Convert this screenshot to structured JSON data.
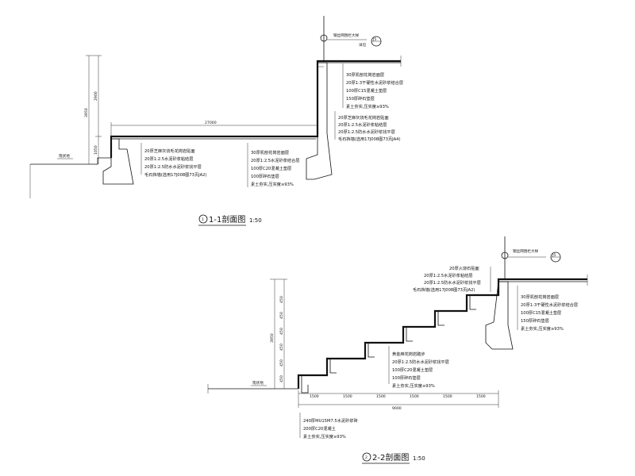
{
  "section1": {
    "title": "1-1剖面图",
    "scale": "1:50",
    "index": "1",
    "rail_label": "钢丝网围栏大样",
    "rail_sub": "详见",
    "rail_ref": "J5",
    "ground_label": "现状地",
    "dim_total": "3950",
    "dim_upper": "2900",
    "dim_lower": "1050",
    "dim_span": "27000",
    "notes_upper": [
      "30厚机刨花岗岩面层",
      "20厚1:3干硬性水泥砂浆结合层",
      "100厚C15混凝土垫层",
      "150厚碎石垫层",
      "素土夯实,压实度≥93%"
    ],
    "notes_wall": [
      "20厚芝麻灰烧毛花岗岩贴面",
      "20厚1:2.5水泥砂浆粘结层",
      "20厚1:2.5防水水泥砂浆找平层",
      "毛石挡墙(选用17J008图73页JA4)"
    ],
    "notes_left": [
      "20厚芝麻灰烧毛花岗岩贴面",
      "20厚1:2.5水泥砂浆粘结层",
      "20厚1:2.5防水水泥砂浆找平层",
      "毛石挡墙(选用17J008图73页JA2)"
    ],
    "notes_mid": [
      "30厚机刨花岗岩面层",
      "20厚1:2.5水泥砂浆结合层",
      "100厚C20混凝土垫层",
      "100厚碎石垫层",
      "素土夯实,压实度≥93%"
    ]
  },
  "section2": {
    "title": "2-2剖面图",
    "scale": "1:50",
    "index": "2",
    "rail_label": "钢丝网围栏大样",
    "rail_ref": "J5",
    "ground_label": "现状地",
    "dim_total": "3950",
    "dim_rises": [
      "450",
      "450",
      "450",
      "450",
      "450",
      "450"
    ],
    "dim_treads": [
      "1500",
      "1500",
      "1500",
      "1500",
      "1500",
      "1500"
    ],
    "dim_run": "9000",
    "notes_wall": [
      "20厚火烧石贴面",
      "20厚1:2.5水泥砂浆粘结层",
      "20厚1:2.5防水水泥砂浆找平层",
      "毛石挡墙(选用17J008图73页JA2)"
    ],
    "notes_top": [
      "30厚机刨花岗岩面层",
      "20厚1:3干硬性水泥砂浆结合层",
      "100厚C15混凝土垫层",
      "150厚碎石垫层",
      "素土夯实,压实度≥93%"
    ],
    "notes_steps": [
      "黄金麻花岗岩踏步",
      "20厚1:2.5防水水泥砂浆找平层",
      "100厚C20混凝土垫层",
      "100厚碎石垫层",
      "素土夯实,压实度≥93%"
    ],
    "notes_base": [
      "240厚MU15M7.5水泥砂浆砖",
      "200厚C20混凝土",
      "素土夯实,压实度≥93%"
    ]
  }
}
